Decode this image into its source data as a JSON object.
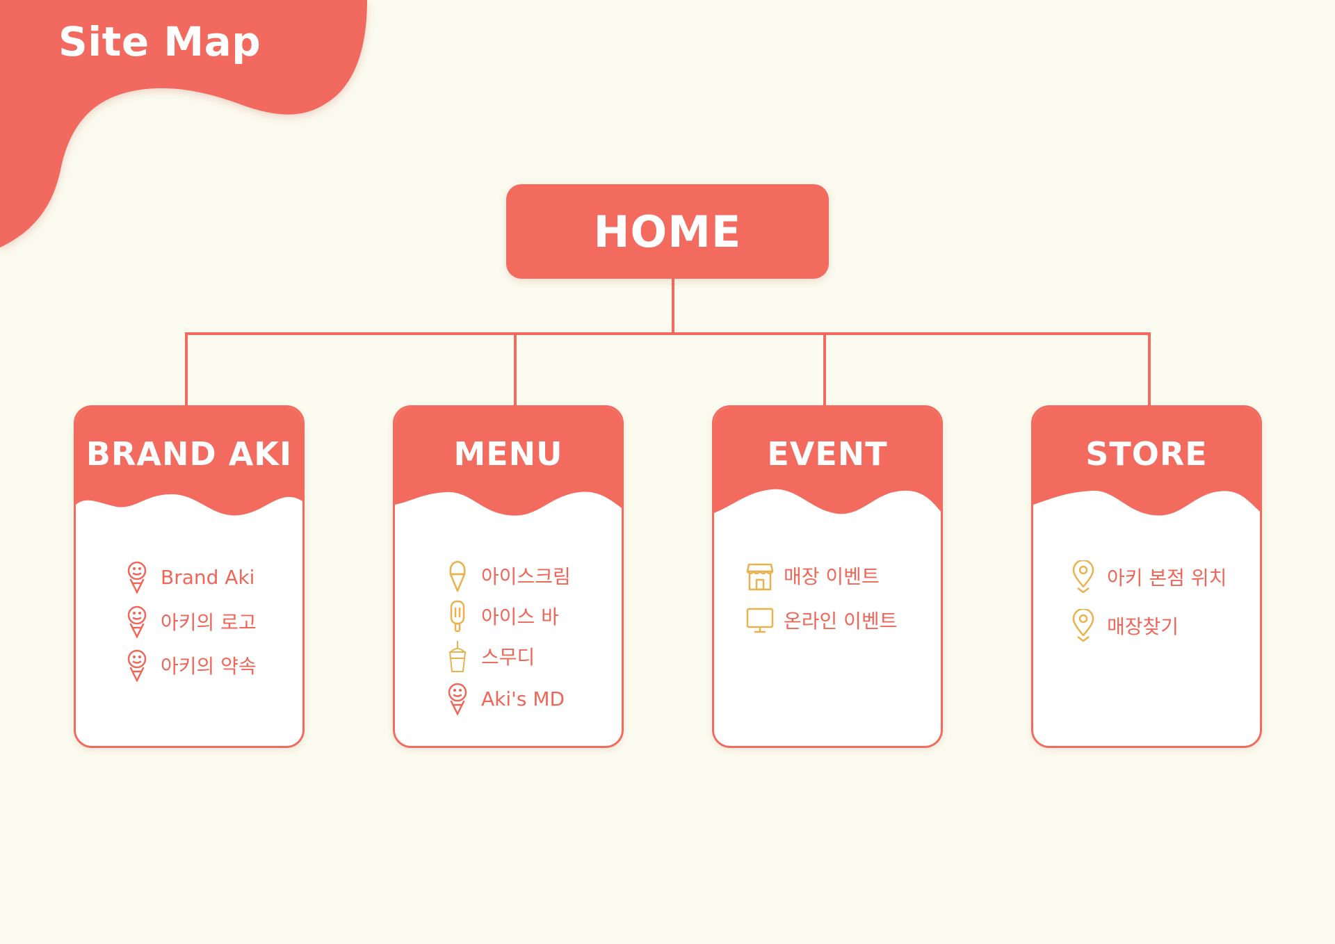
{
  "page": {
    "title": "Site Map"
  },
  "colors": {
    "accent": "#f26b5e",
    "background": "#fbfbef",
    "icon_gold": "#e9b24c",
    "text": "#ef6659"
  },
  "home": {
    "label": "HOME"
  },
  "sections": [
    {
      "title": "BRAND AKI",
      "items": [
        {
          "label": "Brand Aki",
          "icon": "ice-cream-cone-icon"
        },
        {
          "label": "아키의 로고",
          "icon": "ice-cream-cone-icon"
        },
        {
          "label": "아키의 약속",
          "icon": "ice-cream-cone-icon"
        }
      ]
    },
    {
      "title": "MENU",
      "items": [
        {
          "label": "아이스크림",
          "icon": "ice-cream-icon"
        },
        {
          "label": "아이스 바",
          "icon": "popsicle-icon"
        },
        {
          "label": "스무디",
          "icon": "smoothie-cup-icon"
        },
        {
          "label": "Aki's MD",
          "icon": "ice-cream-cone-icon"
        }
      ]
    },
    {
      "title": "EVENT",
      "items": [
        {
          "label": "매장 이벤트",
          "icon": "store-icon"
        },
        {
          "label": "온라인 이벤트",
          "icon": "monitor-icon"
        }
      ]
    },
    {
      "title": "STORE",
      "items": [
        {
          "label": "아키 본점 위치",
          "icon": "location-pin-icon"
        },
        {
          "label": "매장찾기",
          "icon": "location-pin-icon"
        }
      ]
    }
  ]
}
